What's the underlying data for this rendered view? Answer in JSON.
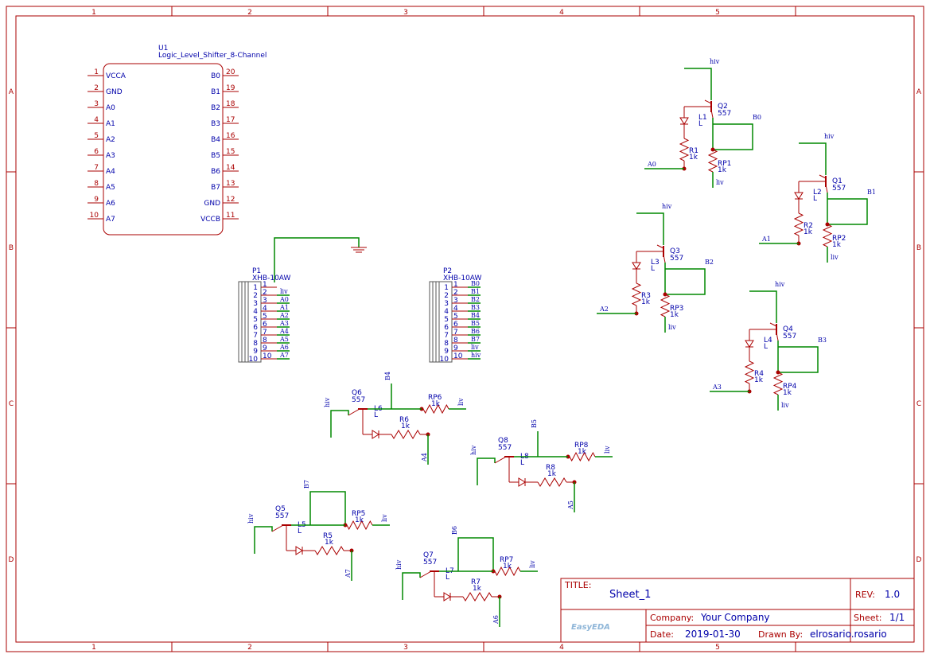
{
  "frame": {
    "columns": [
      "1",
      "2",
      "3",
      "4",
      "5"
    ],
    "rows": [
      "A",
      "B",
      "C",
      "D"
    ]
  },
  "u1": {
    "ref": "U1",
    "name": "Logic_Level_Shifter_8-Channel",
    "left_pins": [
      {
        "num": "1",
        "name": "VCCA"
      },
      {
        "num": "2",
        "name": "GND"
      },
      {
        "num": "3",
        "name": "A0"
      },
      {
        "num": "4",
        "name": "A1"
      },
      {
        "num": "5",
        "name": "A2"
      },
      {
        "num": "6",
        "name": "A3"
      },
      {
        "num": "7",
        "name": "A4"
      },
      {
        "num": "8",
        "name": "A5"
      },
      {
        "num": "9",
        "name": "A6"
      },
      {
        "num": "10",
        "name": "A7"
      }
    ],
    "right_pins": [
      {
        "num": "20",
        "name": "B0"
      },
      {
        "num": "19",
        "name": "B1"
      },
      {
        "num": "18",
        "name": "B2"
      },
      {
        "num": "17",
        "name": "B3"
      },
      {
        "num": "16",
        "name": "B4"
      },
      {
        "num": "15",
        "name": "B5"
      },
      {
        "num": "14",
        "name": "B6"
      },
      {
        "num": "13",
        "name": "B7"
      },
      {
        "num": "12",
        "name": "GND"
      },
      {
        "num": "11",
        "name": "VCCB"
      }
    ]
  },
  "p1": {
    "ref": "P1",
    "name": "XHB-10AW",
    "nets": [
      "",
      "liv",
      "A0",
      "A1",
      "A2",
      "A3",
      "A4",
      "A5",
      "A6",
      "A7"
    ]
  },
  "p2": {
    "ref": "P2",
    "name": "XHB-10AW",
    "nets": [
      "B0",
      "B1",
      "B2",
      "B3",
      "B4",
      "B5",
      "B6",
      "B7",
      "liv",
      "hiv"
    ]
  },
  "pin_numbers": [
    "1",
    "2",
    "3",
    "4",
    "5",
    "6",
    "7",
    "8",
    "9",
    "10"
  ],
  "channels": {
    "ch0": {
      "q": "Q2",
      "qv": "557",
      "l": "L1",
      "lv": "L",
      "r": "R1",
      "rv": "1k",
      "rp": "RP1",
      "rpv": "1k",
      "a": "A0",
      "b": "B0",
      "hiv": "hiv",
      "liv": "liv"
    },
    "ch1": {
      "q": "Q1",
      "qv": "557",
      "l": "L2",
      "lv": "L",
      "r": "R2",
      "rv": "1k",
      "rp": "RP2",
      "rpv": "1k",
      "a": "A1",
      "b": "B1",
      "hiv": "hiv",
      "liv": "liv"
    },
    "ch2": {
      "q": "Q3",
      "qv": "557",
      "l": "L3",
      "lv": "L",
      "r": "R3",
      "rv": "1k",
      "rp": "RP3",
      "rpv": "1k",
      "a": "A2",
      "b": "B2",
      "hiv": "hiv",
      "liv": "liv"
    },
    "ch3": {
      "q": "Q4",
      "qv": "557",
      "l": "L4",
      "lv": "L",
      "r": "R4",
      "rv": "1k",
      "rp": "RP4",
      "rpv": "1k",
      "a": "A3",
      "b": "B3",
      "hiv": "hiv",
      "liv": "liv"
    },
    "ch4": {
      "q": "Q6",
      "qv": "557",
      "l": "L6",
      "lv": "L",
      "r": "R6",
      "rv": "1k",
      "rp": "RP6",
      "rpv": "1k",
      "a": "A4",
      "b": "B4",
      "hiv": "hiv",
      "liv": "liv"
    },
    "ch5": {
      "q": "Q8",
      "qv": "557",
      "l": "L8",
      "lv": "L",
      "r": "R8",
      "rv": "1k",
      "rp": "RP8",
      "rpv": "1k",
      "a": "A5",
      "b": "B5",
      "hiv": "hiv",
      "liv": "liv"
    },
    "ch6": {
      "q": "Q7",
      "qv": "557",
      "l": "L7",
      "lv": "L",
      "r": "R7",
      "rv": "1k",
      "rp": "RP7",
      "rpv": "1k",
      "a": "A6",
      "b": "B6",
      "hiv": "hiv",
      "liv": "liv"
    },
    "ch7": {
      "q": "Q5",
      "qv": "557",
      "l": "L5",
      "lv": "L",
      "r": "R5",
      "rv": "1k",
      "rp": "RP5",
      "rpv": "1k",
      "a": "A7",
      "b": "B7",
      "hiv": "hiv",
      "liv": "liv"
    }
  },
  "title_block": {
    "title_label": "TITLE:",
    "title": "Sheet_1",
    "rev_label": "REV:",
    "rev": "1.0",
    "company_label": "Company:",
    "company": "Your Company",
    "sheet_label": "Sheet:",
    "sheet": "1/1",
    "date_label": "Date:",
    "date": "2019-01-30",
    "drawn_label": "Drawn By:",
    "drawn_by": "elrosario.rosario",
    "logo": "EasyEDA"
  },
  "colors": {
    "frame": "#aa0000",
    "wire": "#008800",
    "text": "#0000aa"
  }
}
